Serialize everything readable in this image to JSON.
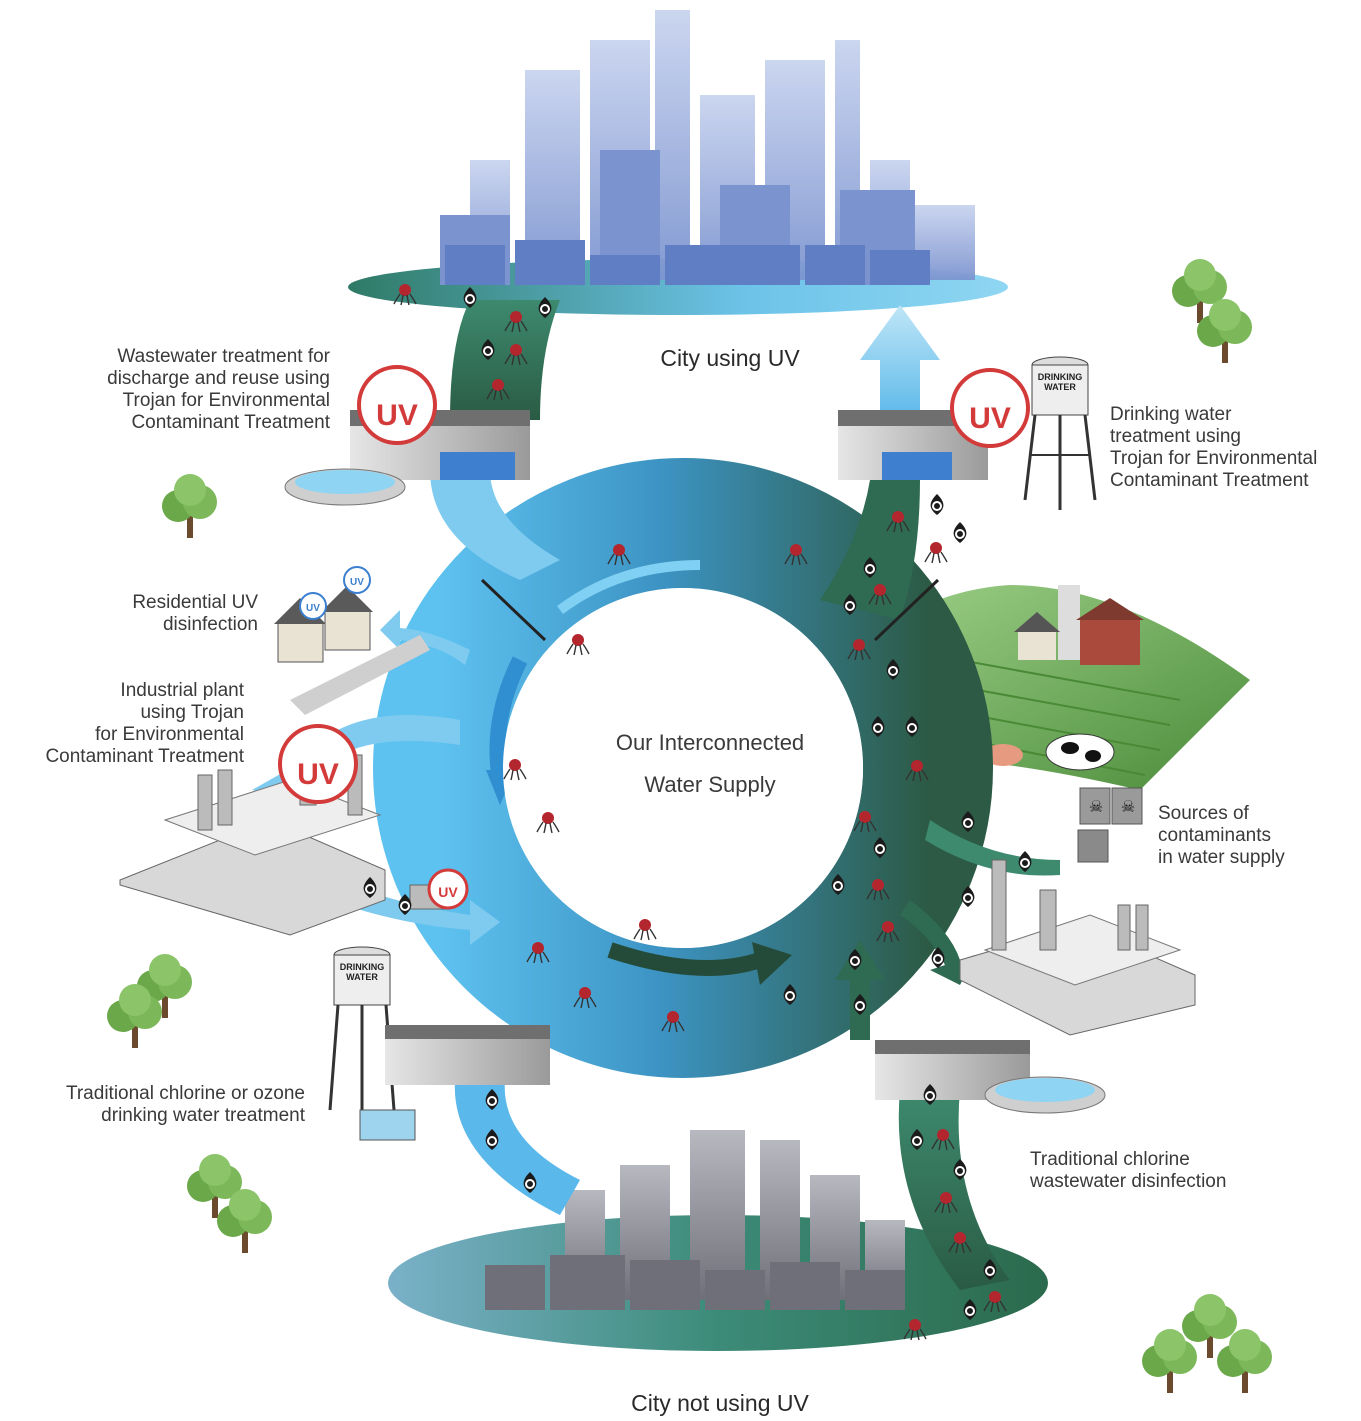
{
  "labels": {
    "city_top": "City using UV",
    "city_bottom": "City not using UV",
    "center": "Our Interconnected\nWater Supply",
    "wastewater_uv": "Wastewater treatment for\ndischarge and reuse using\nTrojan for Environmental\nContaminant Treatment",
    "drinking_uv": "Drinking water\ntreatment using\nTrojan for Environmental\nContaminant Treatment",
    "residential_uv": "Residential UV\ndisinfection",
    "industrial_uv": "Industrial plant\nusing Trojan\nfor Environmental\nContaminant Treatment",
    "sources": "Sources of\ncontaminants\nin water supply",
    "traditional_drinking": "Traditional chlorine or ozone\ndrinking water treatment",
    "traditional_wastewater": "Traditional chlorine\nwastewater disinfection"
  },
  "badges": {
    "uv": "UV"
  },
  "tower_text": "DRINKING\nWATER",
  "colors": {
    "clean_water": "#5bb8ea",
    "contaminated_water": "#2f6a52",
    "uv_red": "#d33a3a",
    "city_clean": "#8fa6d8",
    "city_dirty": "#8f9099",
    "pathogen": "#b3262d",
    "tree": "#5e9b3f"
  },
  "icons": [
    "uv-badge-icon",
    "pathogen-icon",
    "chemical-drop-icon",
    "tree-icon",
    "water-tower-icon",
    "factory-icon",
    "house-icon",
    "cow-icon",
    "pig-icon",
    "barrel-icon"
  ]
}
